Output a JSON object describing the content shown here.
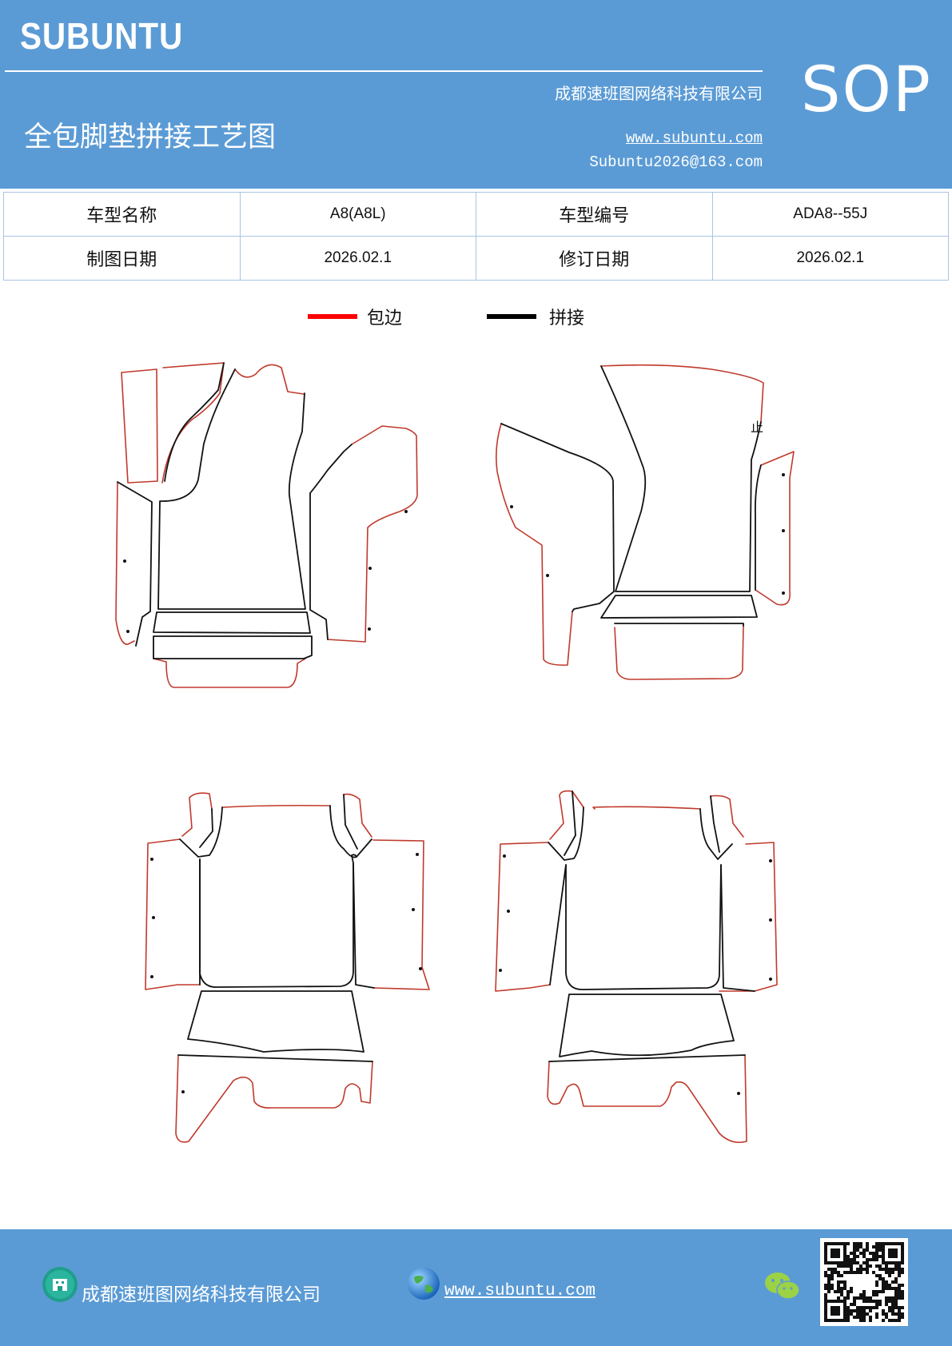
{
  "header": {
    "logo": "SUBUNTU",
    "company": "成都速班图网络科技有限公司",
    "sop": "SOP",
    "title": "全包脚垫拼接工艺图",
    "website": "www.subuntu.com",
    "email": "Subuntu2026@163.com"
  },
  "info_table": {
    "rows": [
      [
        {
          "label": "车型名称",
          "value": "A8(A8L)"
        },
        {
          "label": "车型编号",
          "value": "ADA8--55J"
        }
      ],
      [
        {
          "label": "制图日期",
          "value": "2026.02.1"
        },
        {
          "label": "修订日期",
          "value": "2026.02.1"
        }
      ]
    ]
  },
  "legend": [
    {
      "label": "包边",
      "color": "#ff0000"
    },
    {
      "label": "拼接",
      "color": "#000000"
    }
  ],
  "drawing": {
    "mark": "止",
    "edge_color": "#c0392b",
    "seam_color": "#000000"
  },
  "footer": {
    "company": "成都速班图网络科技有限公司",
    "website": "www.subuntu.com",
    "colors": {
      "background": "#5b9bd5"
    }
  },
  "colors": {
    "header_bg": "#5b9bd5",
    "table_border": "#a9c4e2"
  }
}
